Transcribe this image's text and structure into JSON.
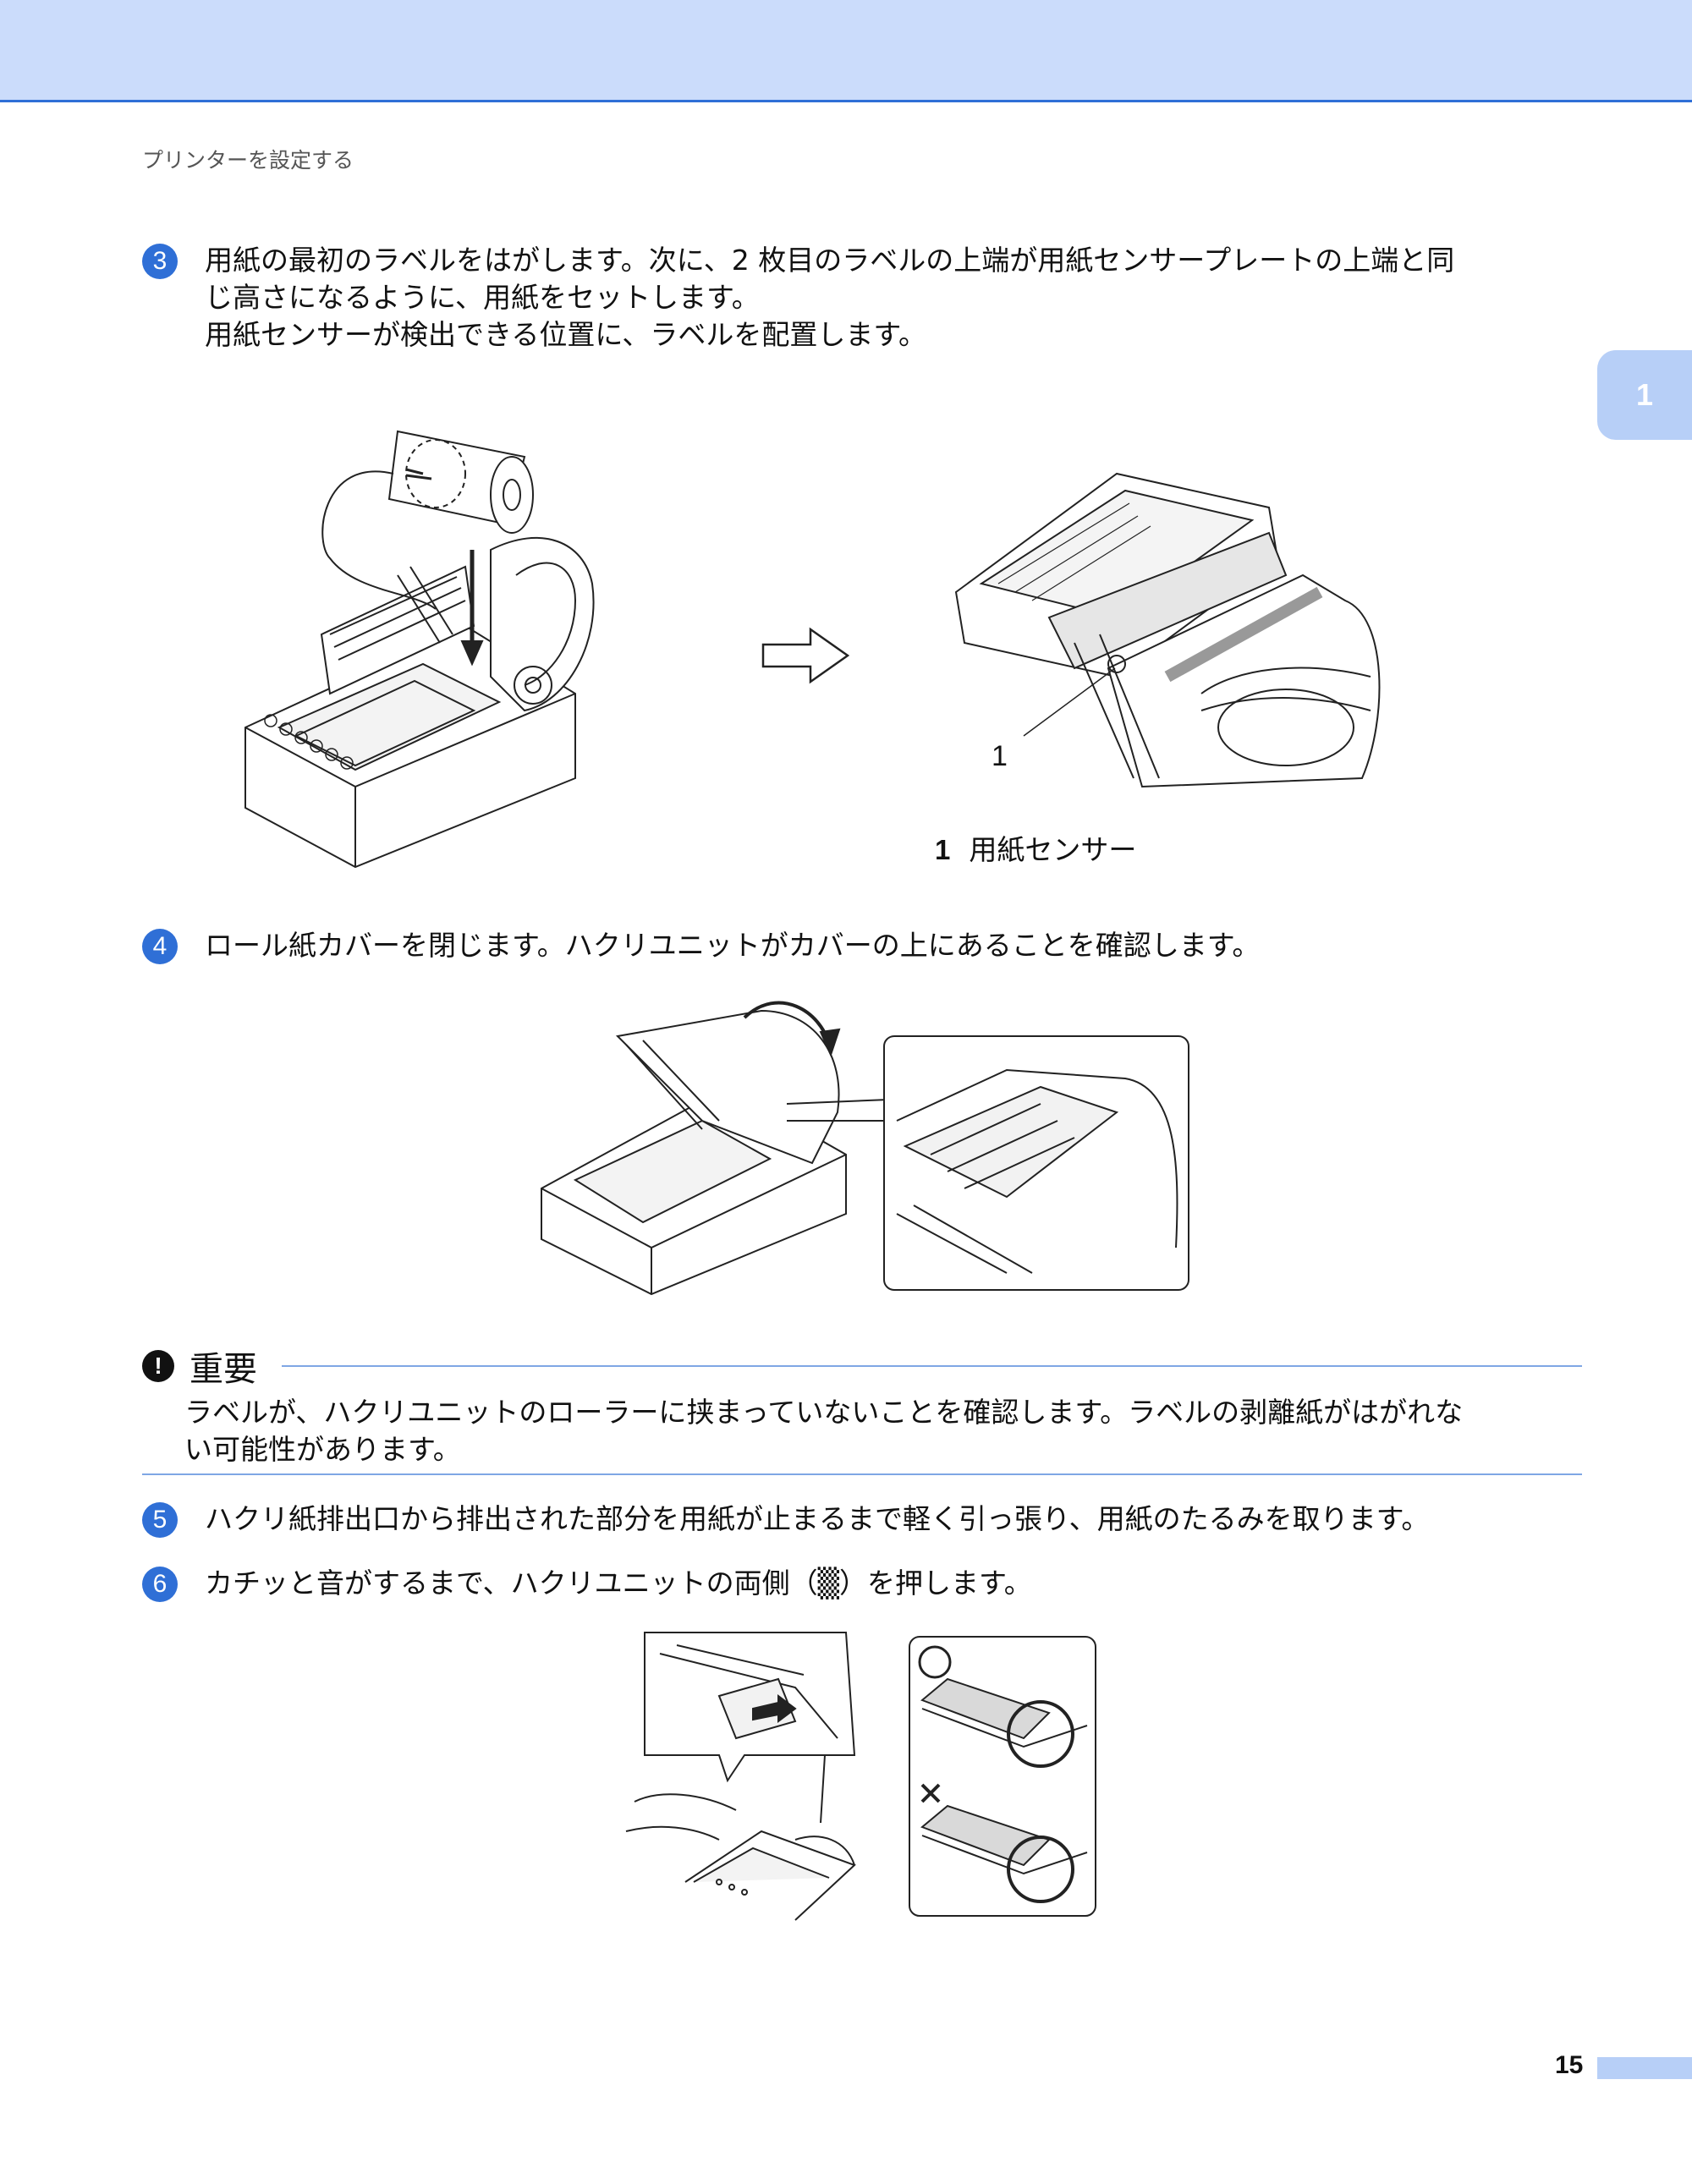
{
  "header": {
    "running_title": "プリンターを設定する"
  },
  "chapter_tab": {
    "label": "1"
  },
  "steps": [
    {
      "number": "3",
      "lines": [
        "用紙の最初のラベルをはがします。次に、2 枚目のラベルの上端が用紙センサープレートの上端と同",
        "じ高さになるように、用紙をセットします。",
        "用紙センサーが検出できる位置に、ラベルを配置します。"
      ]
    },
    {
      "number": "4",
      "lines": [
        "ロール紙カバーを閉じます。ハクリユニットがカバーの上にあることを確認します。"
      ]
    },
    {
      "number": "5",
      "lines": [
        "ハクリ紙排出口から排出された部分を用紙が止まるまで軽く引っ張り、用紙のたるみを取ります。"
      ]
    },
    {
      "number": "6",
      "lines": [
        "カチッと音がするまで、ハクリユニットの両側（▒）を押します。"
      ]
    }
  ],
  "figure1": {
    "callout": "1",
    "caption_number": "1",
    "caption_text": "用紙センサー"
  },
  "important": {
    "title": "重要",
    "icon": "exclamation-icon",
    "lines": [
      "ラベルが、ハクリユニットのローラーに挟まっていないことを確認します。ラベルの剥離紙がはがれな",
      "い可能性があります。"
    ]
  },
  "figure3": {
    "ok_mark": "○",
    "ng_mark": "×"
  },
  "footer": {
    "page_number": "15"
  },
  "colors": {
    "accent": "#2f6fd6",
    "header_bg": "#cbdcfb",
    "tab_bg": "#b7cff7"
  }
}
